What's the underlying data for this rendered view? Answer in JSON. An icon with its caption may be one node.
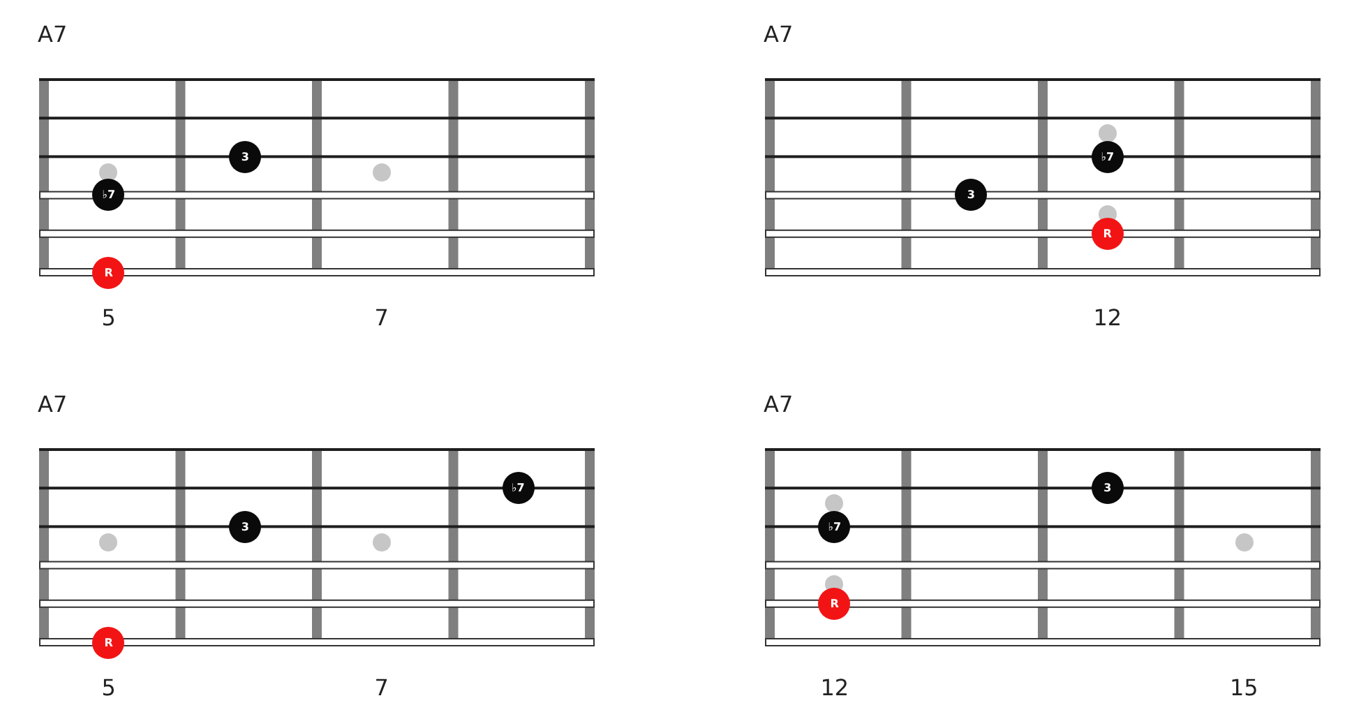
{
  "diagram": {
    "nodes": [
      {
        "text": [
          "A7"
        ],
        "beside": [
          "5",
          "7"
        ]
      },
      {
        "text": [
          "3"
        ],
        "in": 0
      },
      {
        "text": [
          "♭7"
        ],
        "in": 0
      },
      {
        "text": [
          "R"
        ],
        "in": 0
      },
      {
        "text": [
          "A7"
        ],
        "beside": [
          "12"
        ]
      },
      {
        "text": [
          "♭7"
        ],
        "in": 4
      },
      {
        "text": [
          "3"
        ],
        "in": 4
      },
      {
        "text": [
          "R"
        ],
        "in": 4
      },
      {
        "text": [
          "A7"
        ],
        "beside": [
          "5",
          "7"
        ]
      },
      {
        "text": [
          "♭7"
        ],
        "in": 8
      },
      {
        "text": [
          "3"
        ],
        "in": 8
      },
      {
        "text": [
          "R"
        ],
        "in": 8
      },
      {
        "text": [
          "A7"
        ],
        "beside": [
          "12",
          "15"
        ]
      },
      {
        "text": [
          "3"
        ],
        "in": 12
      },
      {
        "text": [
          "♭7"
        ],
        "in": 12
      },
      {
        "text": [
          "R"
        ],
        "in": 12
      }
    ]
  }
}
